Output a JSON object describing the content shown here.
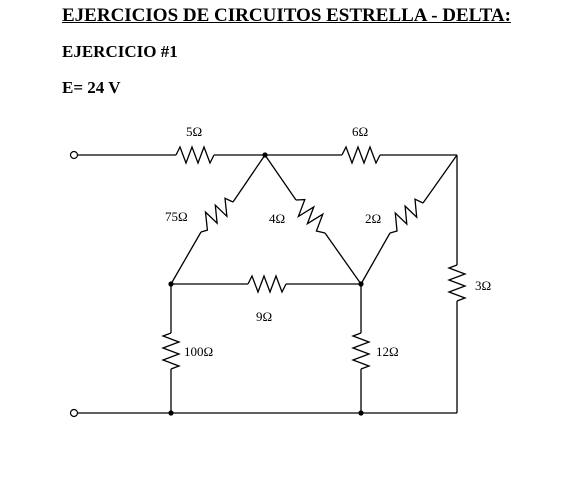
{
  "document": {
    "title": "EJERCICIOS DE CIRCUITOS ESTRELLA - DELTA:",
    "exercise": "EJERCICIO #1",
    "voltage": "E= 24 V"
  },
  "circuit": {
    "resistors": {
      "r_top_left": "5Ω",
      "r_top_right": "6Ω",
      "r_diag_left": "75Ω",
      "r_diag_center": "4Ω",
      "r_diag_right": "2Ω",
      "r_right_vertical": "3Ω",
      "r_horizontal_mid": "9Ω",
      "r_bottom_left": "100Ω",
      "r_bottom_right": "12Ω"
    }
  }
}
